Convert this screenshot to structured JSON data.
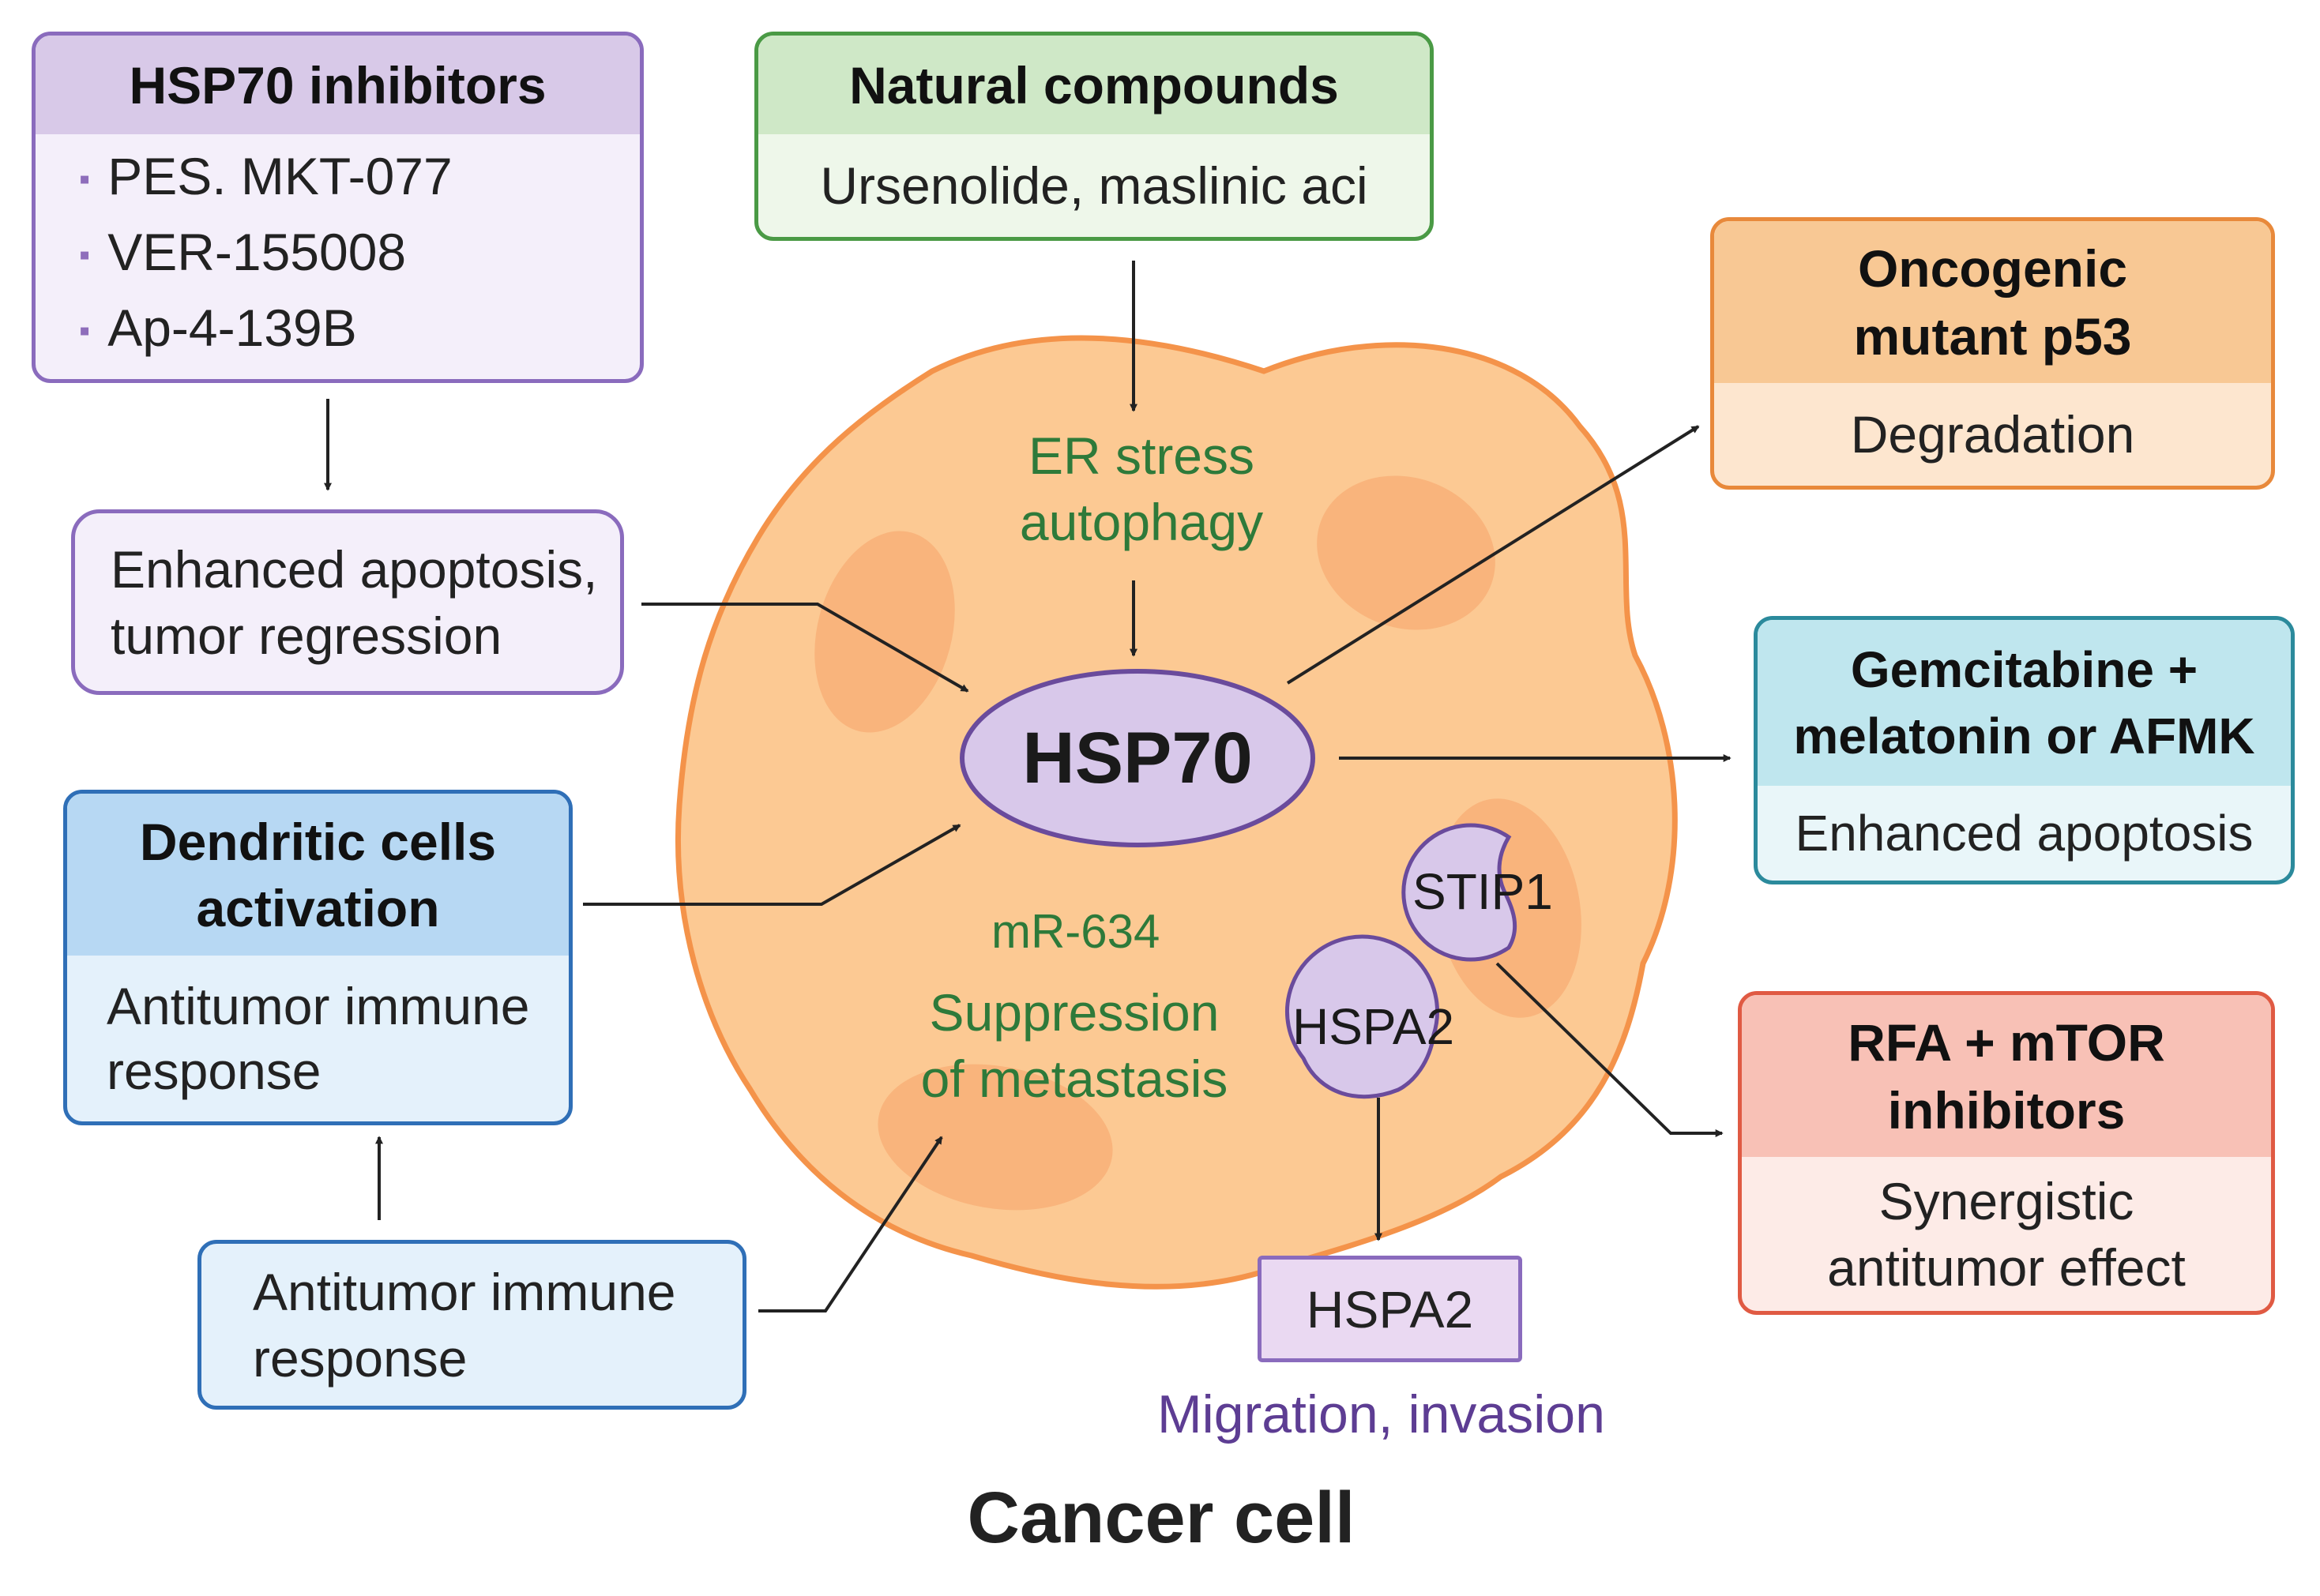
{
  "colors": {
    "purple_header": "#d8c9e8",
    "purple_body": "#f4effa",
    "purple_border": "#8a6bbd",
    "green_header": "#cfe8c7",
    "green_body": "#eef7ea",
    "green_border": "#4a9a45",
    "orange_header": "#f8c894",
    "orange_body": "#fde6cf",
    "orange_border": "#e8893b",
    "teal_header": "#bfe6ee",
    "teal_body": "#e9f6f9",
    "teal_border": "#2b8a9c",
    "blue_header": "#b7d8f3",
    "blue_body": "#e4f1fb",
    "blue_border": "#2f6fb7",
    "red_header": "#f8c1b6",
    "red_body": "#fdebe7",
    "red_border": "#e05a43",
    "cell_fill": "#fcc993",
    "cell_border": "#f4934a",
    "organelle": "#f6a66d",
    "hsp70_fill": "#d8c8ea",
    "hsp70_border": "#6a4b9c",
    "green_text": "#2e7a3a",
    "purple_text": "#5d3d93"
  },
  "hsp70_inhibitors": {
    "title": "HSP70 inhibitors",
    "items": [
      "PES. MKT-077",
      "VER-155008",
      "Ap-4-139B"
    ]
  },
  "natural_compounds": {
    "title": "Natural compounds",
    "body": "Ursenolide, maslinic aci"
  },
  "enhanced_apoptosis_left": {
    "lines": [
      "Enhanced apoptosis,",
      "tumor regression"
    ]
  },
  "dendritic_cells": {
    "title_lines": [
      "Dendritic cells",
      "activation"
    ],
    "body_lines": [
      "Antitumor immune",
      "response"
    ]
  },
  "antitumor_bottom": {
    "lines": [
      "Antitumor immune",
      "response"
    ]
  },
  "oncogenic_p53": {
    "title_lines": [
      "Oncogenic",
      "mutant p53"
    ],
    "body": "Degradation"
  },
  "gemcitabine": {
    "title_lines": [
      "Gemcitabine +",
      "melatonin or AFMK"
    ],
    "body": "Enhanced apoptosis"
  },
  "rfa_mtor": {
    "title_lines": [
      "RFA + mTOR",
      "inhibitors"
    ],
    "body_lines": [
      "Synergistic",
      "antitumor effect"
    ]
  },
  "cell": {
    "er_stress_lines": [
      "ER stress",
      "autophagy"
    ],
    "hsp70": "HSP70",
    "mir": "mR-634",
    "suppression_lines": [
      "Suppression",
      "of metastasis"
    ],
    "stip1": "STIP1",
    "hspa2_inner": "HSPA2"
  },
  "hspa2_box": "HSPA2",
  "migration": "Migration, invasion",
  "cancer_cell": "Cancer cell"
}
